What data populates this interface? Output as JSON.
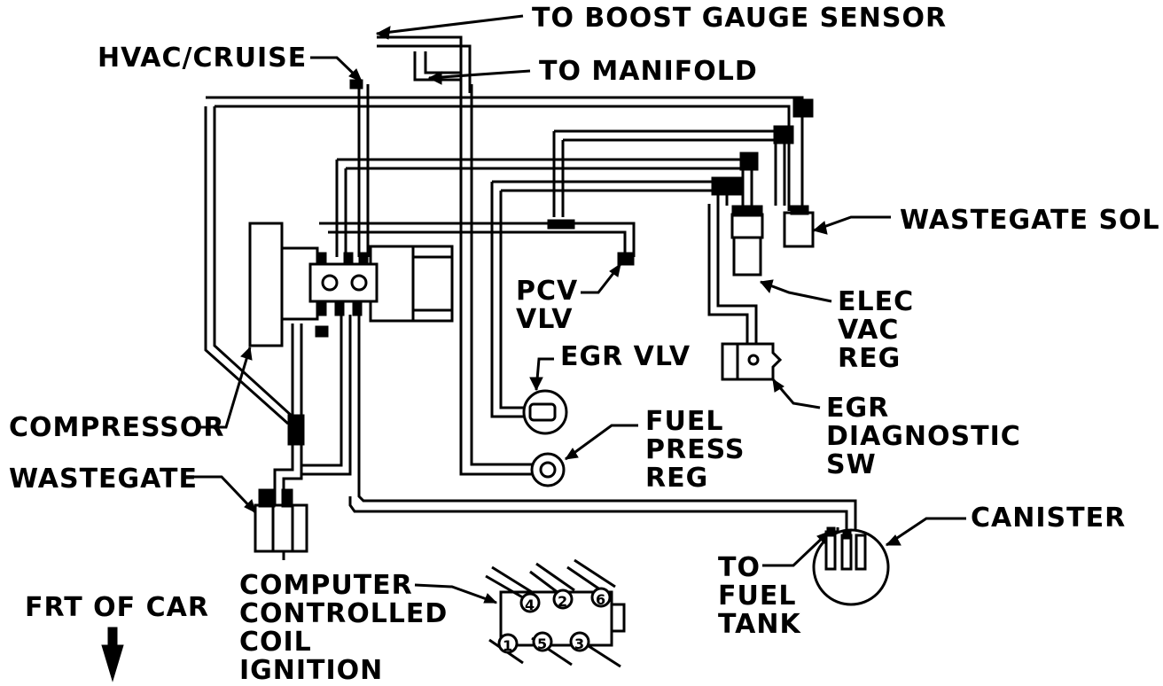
{
  "labels": {
    "boost_gauge_sensor": "TO BOOST GAUGE SENSOR",
    "to_manifold": "TO MANIFOLD",
    "hvac_cruise": "HVAC/CRUISE",
    "wastegate_sol": "WASTEGATE SOL",
    "pcv_1": "PCV",
    "pcv_2": "VLV",
    "elec_1": "ELEC",
    "elec_2": "VAC",
    "elec_3": "REG",
    "egr_vlv": "EGR VLV",
    "egr_diag_1": "EGR",
    "egr_diag_2": "DIAGNOSTIC",
    "egr_diag_3": "SW",
    "compressor": "COMPRESSOR",
    "fuel_1": "FUEL",
    "fuel_2": "PRESS",
    "fuel_3": "REG",
    "wastegate": "WASTEGATE",
    "canister": "CANISTER",
    "to_fuel_1": "TO",
    "to_fuel_2": "FUEL",
    "to_fuel_3": "TANK",
    "frt_of_car": "FRT OF CAR",
    "ccci_1": "COMPUTER",
    "ccci_2": "CONTROLLED",
    "ccci_3": "COIL",
    "ccci_4": "IGNITION"
  },
  "coil_terminals": [
    "4",
    "2",
    "6",
    "1",
    "5",
    "3"
  ],
  "colors": {
    "ink": "#000000",
    "paper": "#ffffff"
  }
}
